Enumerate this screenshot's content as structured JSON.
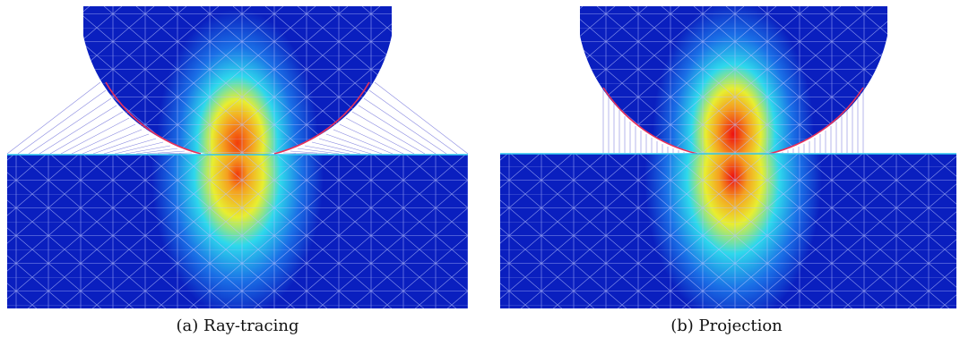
{
  "figure": {
    "panels": [
      {
        "id": "a",
        "caption": "(a) Ray-tracing"
      },
      {
        "id": "b",
        "caption": "(b) Projection"
      }
    ],
    "colors": {
      "field_low": "#0a1fbf",
      "field_mid": "#19d8f0",
      "field_high": "#f01010",
      "mesh": "#a9b6ff",
      "rays": "#6b6bd8",
      "contact": "#e8305a"
    }
  }
}
